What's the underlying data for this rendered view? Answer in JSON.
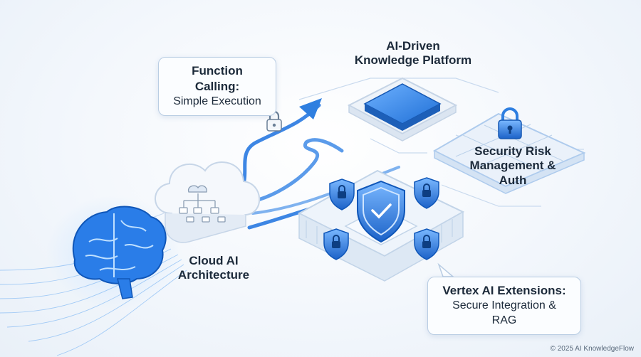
{
  "bubbles": {
    "function_calling": {
      "title": "Function Calling:",
      "subtitle": "Simple Execution"
    },
    "vertex_extensions": {
      "title": "Vertex AI Extensions:",
      "subtitle": "Secure Integration & RAG"
    }
  },
  "labels": {
    "platform_line1": "AI-Driven",
    "platform_line2": "Knowledge Platform",
    "security_line1": "Security Risk",
    "security_line2": "Management &",
    "security_line3": "Auth",
    "cloud_line1": "Cloud AI",
    "cloud_line2": "Architecture"
  },
  "footer": "© 2025 AI KnowledgeFlow",
  "colors": {
    "accent": "#2f7fe0",
    "accent_light": "#8fc0f5",
    "outline": "#b9cde3",
    "text": "#1c2a3a"
  },
  "icons": [
    "brain-icon",
    "cloud-icon",
    "lock-icon",
    "shield-icon",
    "chip-icon",
    "arrow-icon"
  ]
}
